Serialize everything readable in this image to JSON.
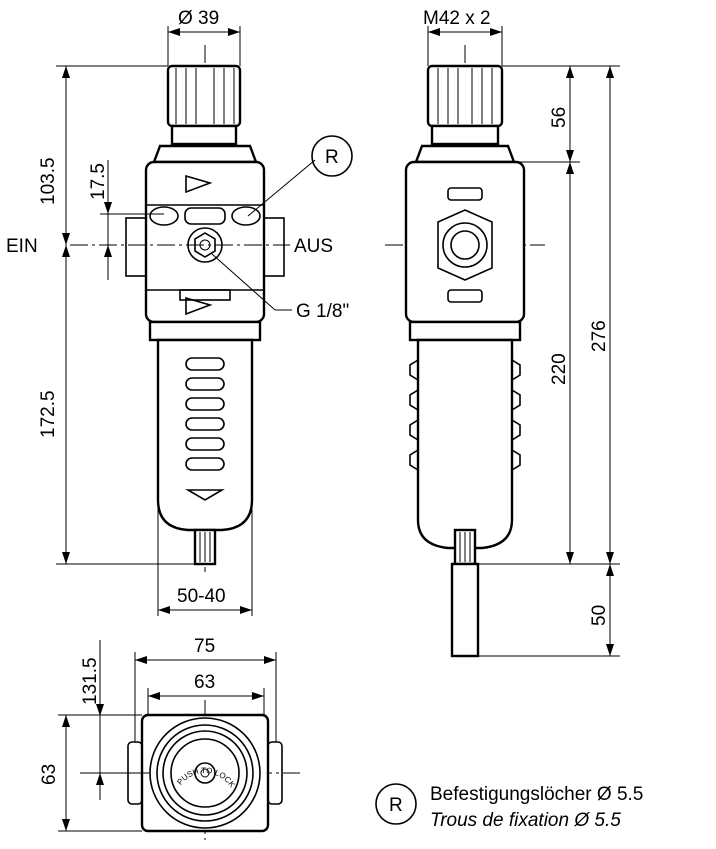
{
  "dimensions": {
    "front_width": "Ø 39",
    "thread": "M42 x 2",
    "upper_height": "103.5",
    "port_offset": "17.5",
    "lower_height": "172.5",
    "base_width": "50-40",
    "knob_height": "56",
    "body_height": "220",
    "total_height": "276",
    "bottom_extra": "50",
    "overall_width": "75",
    "mount_width": "63",
    "mount_offset": "131.5",
    "mount_height": "63"
  },
  "ports": {
    "inlet": "EIN",
    "outlet": "AUS",
    "gauge_thread": "G 1/8\""
  },
  "legend": {
    "symbol": "R",
    "line_de": "Befestigungslöcher Ø 5.5",
    "line_fr": "Trous de fixation Ø 5.5"
  },
  "bottom_view": {
    "cap_text": "PUSH TO LOCK"
  }
}
